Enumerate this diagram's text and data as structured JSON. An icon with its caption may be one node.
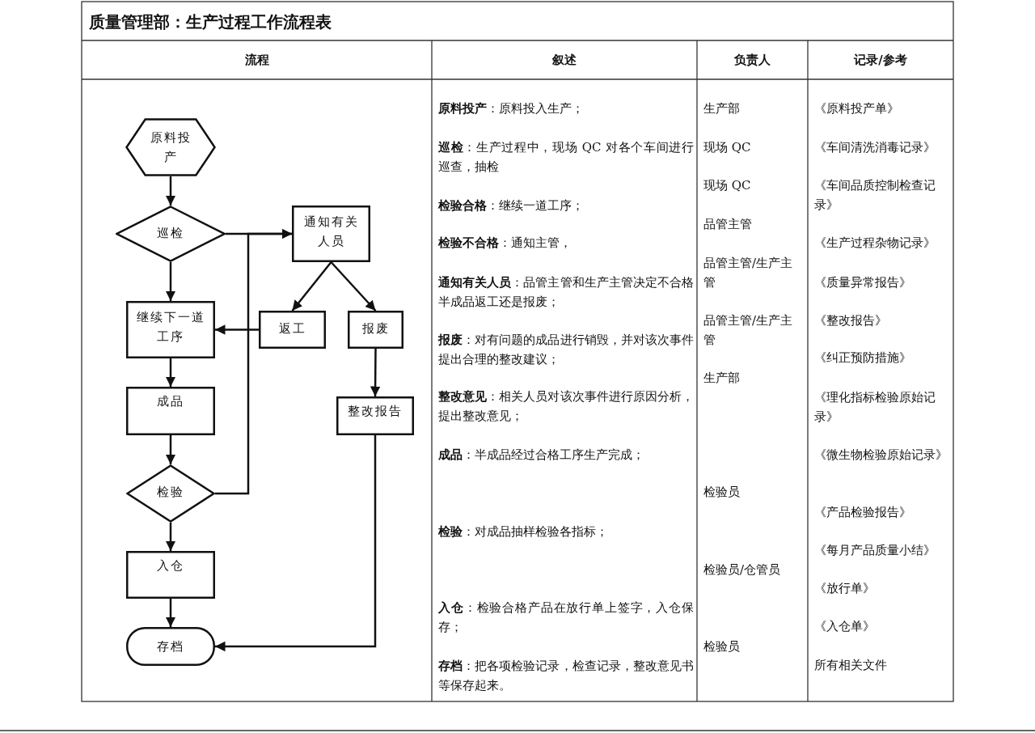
{
  "diagram": {
    "title": "质量管理部：生产过程工作流程表",
    "nodes": [
      {
        "text": [
          "原料投产"
        ]
      },
      {
        "text": [
          "巡检"
        ]
      },
      {
        "text": [
          "通知有关人员"
        ]
      },
      {
        "text": [
          "继续下一道工序"
        ]
      },
      {
        "text": [
          "返工"
        ]
      },
      {
        "text": [
          "报废"
        ]
      },
      {
        "text": [
          "成品"
        ]
      },
      {
        "text": [
          "整改报告"
        ]
      },
      {
        "text": [
          "检验"
        ]
      },
      {
        "text": [
          "入仓"
        ]
      },
      {
        "text": [
          "存档"
        ]
      }
    ],
    "edges": [
      {
        "from": 0,
        "to": 1,
        "arrow": "to"
      },
      {
        "from": 1,
        "to": 2,
        "arrow": "to"
      },
      {
        "from": 1,
        "to": 3,
        "arrow": "to"
      },
      {
        "from": 8,
        "to": 2,
        "arrow": "to"
      },
      {
        "from": 2,
        "to": 4,
        "arrow": "to"
      },
      {
        "from": 2,
        "to": 5,
        "arrow": "to"
      },
      {
        "from": 4,
        "to": 3,
        "arrow": "to"
      },
      {
        "from": 3,
        "to": 6,
        "arrow": "to"
      },
      {
        "from": 6,
        "to": 8,
        "arrow": "to"
      },
      {
        "from": 8,
        "to": 9,
        "arrow": "to"
      },
      {
        "from": 9,
        "to": 10,
        "arrow": "to"
      },
      {
        "from": 5,
        "to": 7,
        "arrow": "to"
      },
      {
        "from": 7,
        "to": 10,
        "arrow": "to"
      }
    ],
    "labels": [
      "流程",
      "叙述",
      "负责人",
      "记录/参考",
      "**原料投产**：原料投入生产；",
      "**巡检**：生产过程中，现场 QC 对各个车间进行巡查，抽检",
      "**检验合格**：继续一道工序；",
      "**检验不合格**：通知主管，",
      "**通知有关人员**：品管主管和生产主管决定不合格半成品返工还是报废；",
      "**报废**：对有问题的成品进行销毁，并对该次事件提出合理的整改建议；",
      "**整改意见**：相关人员对该次事件进行原因分析，提出整改意见；",
      "**成品**：半成品经过合格工序生产完成；",
      "**检验**：对成品抽样检验各指标；",
      "**入仓**：检验合格产品在放行单上签字，入仓保存；",
      "**存档**：把各项检验记录，检查记录，整改意见书等保存起来。",
      "生产部",
      "现场 QC",
      "现场 QC",
      "品管主管",
      "品管主管/生产主管",
      "品管主管/生产主管",
      "生产部",
      "检验员",
      "检验员/仓管员",
      "检验员",
      "《原料投产单》",
      "《车间清洗消毒记录》",
      "《车间品质控制检查记录》",
      "《生产过程杂物记录》",
      "《质量异常报告》",
      "《整改报告》",
      "《纠正预防措施》",
      "《理化指标检验原始记录》",
      "《微生物检验原始记录》",
      "《产品检验报告》",
      "《每月产品质量小结》",
      "《放行单》",
      "《入仓单》",
      "所有相关文件"
    ]
  }
}
